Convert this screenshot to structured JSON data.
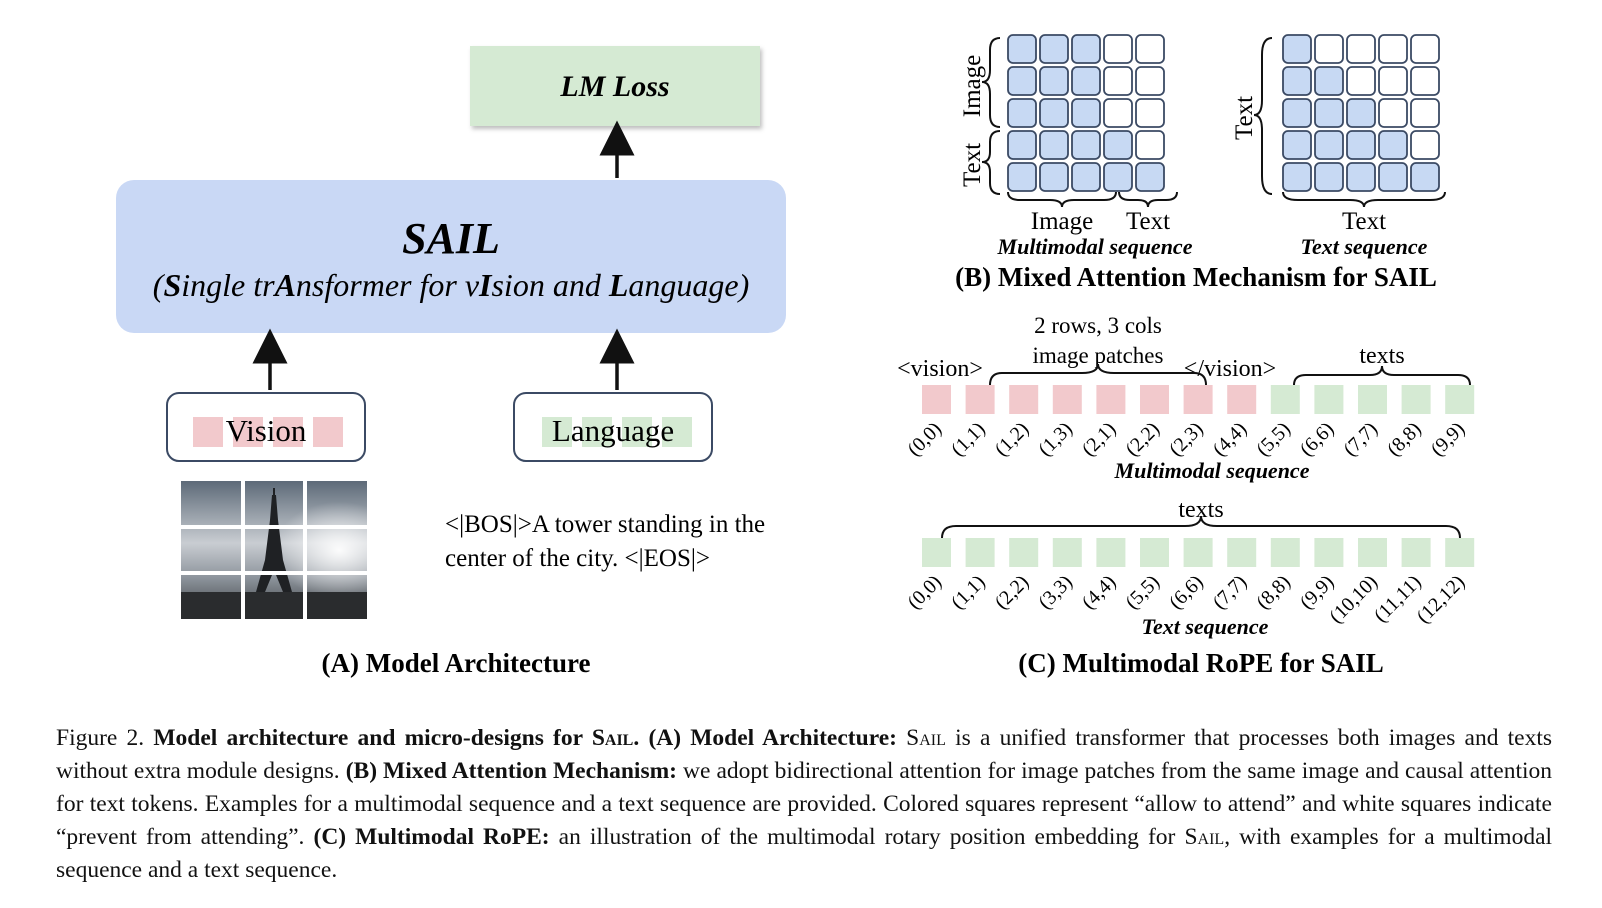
{
  "panel_a": {
    "lm_loss": "LM Loss",
    "sail_title": "SAIL",
    "sail_expansion_parts": [
      {
        "t": "(",
        "b": false
      },
      {
        "t": "S",
        "b": true
      },
      {
        "t": "ingle tr",
        "b": false
      },
      {
        "t": "A",
        "b": true
      },
      {
        "t": "nsformer for v",
        "b": false
      },
      {
        "t": "I",
        "b": true
      },
      {
        "t": "sion and ",
        "b": false
      },
      {
        "t": "L",
        "b": true
      },
      {
        "t": "anguage)",
        "b": false
      }
    ],
    "vision_label": "Vision",
    "language_label": "Language",
    "example_text_line1": "<|BOS|>A tower standing in the",
    "example_text_line2": "center of the city. <|EOS|>",
    "caption": "(A) Model Architecture",
    "image_grid": {
      "rows": 3,
      "cols": 3
    }
  },
  "panel_b": {
    "mm": {
      "row_labels": [
        "Image",
        "Text"
      ],
      "col_labels": [
        "Image",
        "Text"
      ],
      "title": "Multimodal sequence",
      "grid": [
        [
          1,
          1,
          1,
          0,
          0
        ],
        [
          1,
          1,
          1,
          0,
          0
        ],
        [
          1,
          1,
          1,
          0,
          0
        ],
        [
          1,
          1,
          1,
          1,
          0
        ],
        [
          1,
          1,
          1,
          1,
          1
        ]
      ]
    },
    "txt": {
      "row_label": "Text",
      "col_label": "Text",
      "title": "Text sequence",
      "grid": [
        [
          1,
          0,
          0,
          0,
          0
        ],
        [
          1,
          1,
          0,
          0,
          0
        ],
        [
          1,
          1,
          1,
          0,
          0
        ],
        [
          1,
          1,
          1,
          1,
          0
        ],
        [
          1,
          1,
          1,
          1,
          1
        ]
      ]
    },
    "caption": "(B) Mixed Attention Mechanism for SAIL"
  },
  "panel_c": {
    "mm": {
      "vision_open": "<vision>",
      "vision_close": "</vision>",
      "patches_label_line1": "2 rows, 3 cols",
      "patches_label_line2": "image patches",
      "texts_label": "texts",
      "tokens": [
        {
          "kind": "vision",
          "pos": "(0,0)"
        },
        {
          "kind": "vision",
          "pos": "(1,1)"
        },
        {
          "kind": "vision",
          "pos": "(1,2)"
        },
        {
          "kind": "vision",
          "pos": "(1,3)"
        },
        {
          "kind": "vision",
          "pos": "(2,1)"
        },
        {
          "kind": "vision",
          "pos": "(2,2)"
        },
        {
          "kind": "vision",
          "pos": "(2,3)"
        },
        {
          "kind": "vision",
          "pos": "(4,4)"
        },
        {
          "kind": "text",
          "pos": "(5,5)"
        },
        {
          "kind": "text",
          "pos": "(6,6)"
        },
        {
          "kind": "text",
          "pos": "(7,7)"
        },
        {
          "kind": "text",
          "pos": "(8,8)"
        },
        {
          "kind": "text",
          "pos": "(9,9)"
        }
      ],
      "title": "Multimodal sequence"
    },
    "txt": {
      "texts_label": "texts",
      "positions": [
        "(0,0)",
        "(1,1)",
        "(2,2)",
        "(3,3)",
        "(4,4)",
        "(5,5)",
        "(6,6)",
        "(7,7)",
        "(8,8)",
        "(9,9)",
        "(10,10)",
        "(11,11)",
        "(12,12)"
      ],
      "title": "Text sequence"
    },
    "caption": "(C) Multimodal RoPE for SAIL"
  },
  "colors": {
    "vision_token": "#f2c9cc",
    "text_token": "#d5ead3",
    "sail_box": "#c9d8f5",
    "lm_box": "#d5ead3",
    "attn_fill": "#c7d9f3",
    "attn_stroke": "#3b4a64"
  },
  "caption": {
    "fig_label": "Figure 2.",
    "bold_title": "Model architecture and micro-designs for",
    "sail_word": "Sail",
    "period": ".",
    "a_head": "(A) Model Architecture:",
    "a_text": "is a unified transformer that processes both images and texts without extra module designs.",
    "b_head": "(B) Mixed Attention Mechanism:",
    "b_text": "we adopt bidirectional attention for image patches from the same image and causal attention for text tokens. Examples for a multimodal sequence and a text sequence are provided. Colored squares represent “allow to attend” and white squares indicate “prevent from attending”.",
    "c_head": "(C) Multimodal RoPE:",
    "c_text_1": "an illustration of the multimodal rotary position embedding for",
    "c_text_2": ", with examples for a multimodal sequence and a text sequence."
  }
}
